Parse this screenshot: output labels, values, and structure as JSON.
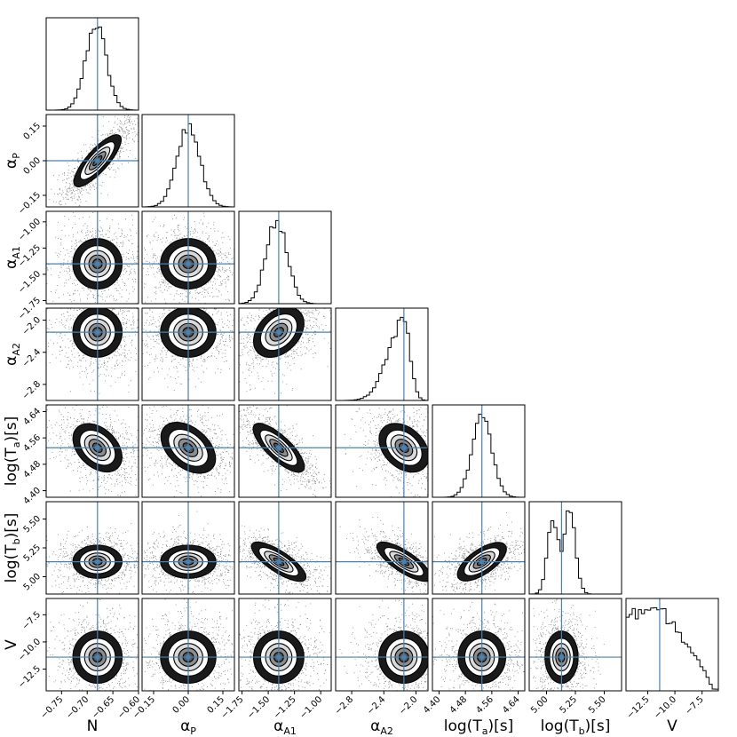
{
  "chart_data": {
    "type": "corner",
    "title": "",
    "truth_color": "#4682b4",
    "parameters": [
      {
        "id": "N",
        "label_main": "N",
        "label_sub": "",
        "range": [
          -0.78,
          -0.6
        ],
        "ticks": [
          "−0.75",
          "−0.70",
          "−0.65",
          "−0.60"
        ],
        "tick_values": [
          -0.75,
          -0.7,
          -0.65,
          -0.6
        ],
        "truth": -0.68,
        "hist_shape": "gaussian",
        "hist_center": -0.683,
        "hist_sigma": 0.02
      },
      {
        "id": "alpha_P",
        "label_main": "α",
        "label_sub": "P",
        "range": [
          -0.2,
          0.2
        ],
        "ticks": [
          "−0.15",
          "0.00",
          "0.15"
        ],
        "tick_values": [
          -0.15,
          0.0,
          0.15
        ],
        "truth": 0.0,
        "hist_shape": "gaussian",
        "hist_center": 0.0,
        "hist_sigma": 0.05
      },
      {
        "id": "alpha_A1",
        "label_main": "α",
        "label_sub": "A1",
        "range": [
          -1.78,
          -0.9
        ],
        "ticks": [
          "−1.75",
          "−1.50",
          "−1.25",
          "−1.00"
        ],
        "tick_values": [
          -1.75,
          -1.5,
          -1.25,
          -1.0
        ],
        "truth": -1.4,
        "hist_shape": "gaussian",
        "hist_center": -1.42,
        "hist_sigma": 0.1
      },
      {
        "id": "alpha_A2",
        "label_main": "α",
        "label_sub": "A2",
        "range": [
          -3.0,
          -1.85
        ],
        "ticks": [
          "−2.8",
          "−2.4",
          "−2.0"
        ],
        "tick_values": [
          -2.8,
          -2.4,
          -2.0
        ],
        "truth": -2.15,
        "hist_shape": "skew",
        "hist_center": -2.15,
        "hist_sigma": 0.13
      },
      {
        "id": "log_Ta",
        "label_main": "log(T",
        "label_sub": "a",
        "label_tail": ")[s]",
        "range": [
          4.38,
          4.66
        ],
        "ticks": [
          "4.40",
          "4.48",
          "4.56",
          "4.64"
        ],
        "tick_values": [
          4.4,
          4.48,
          4.56,
          4.64
        ],
        "truth": 4.53,
        "hist_shape": "gaussian",
        "hist_center": 4.53,
        "hist_sigma": 0.03
      },
      {
        "id": "log_Tb",
        "label_main": "log(T",
        "label_sub": "b",
        "label_tail": ")[s]",
        "range": [
          4.85,
          5.65
        ],
        "ticks": [
          "5.00",
          "5.25",
          "5.50"
        ],
        "tick_values": [
          5.0,
          5.25,
          5.5
        ],
        "truth": 5.13,
        "hist_shape": "bimodal",
        "hist_center": 5.13,
        "hist_sigma": 0.06
      },
      {
        "id": "V",
        "label_main": "V",
        "label_sub": "",
        "range": [
          -14.5,
          -6.0
        ],
        "ticks": [
          "−12.5",
          "−10.0",
          "−7.5"
        ],
        "tick_values": [
          -12.5,
          -10.0,
          -7.5
        ],
        "truth": -11.4,
        "hist_shape": "flat",
        "hist_center": -11.4,
        "hist_sigma": 1.0
      }
    ],
    "y_tick_labels": {
      "alpha_P": [
        "−0.15",
        "0.00",
        "0.15"
      ],
      "alpha_A1": [
        "−1.75",
        "−1.50",
        "−1.25",
        "−1.00"
      ],
      "alpha_A2": [
        "−2.8",
        "−2.4",
        "−2.0"
      ],
      "log_Ta": [
        "4.40",
        "4.48",
        "4.56",
        "4.64"
      ],
      "log_Tb": [
        "5.00",
        "5.25",
        "5.50"
      ],
      "V": [
        "−12.5",
        "−10.0",
        "−7.5"
      ]
    },
    "correlations": {
      "1-0": 0.85,
      "2-0": 0.0,
      "2-1": 0.0,
      "3-0": 0.0,
      "3-1": 0.0,
      "3-2": 0.35,
      "4-0": -0.35,
      "4-1": -0.3,
      "4-2": -0.75,
      "4-3": -0.3,
      "5-0": 0.0,
      "5-1": 0.0,
      "5-2": -0.6,
      "5-3": -0.6,
      "5-4": 0.45,
      "6-0": 0.0,
      "6-1": 0.0,
      "6-2": 0.0,
      "6-3": 0.0,
      "6-4": 0.0,
      "6-5": 0.0
    }
  }
}
